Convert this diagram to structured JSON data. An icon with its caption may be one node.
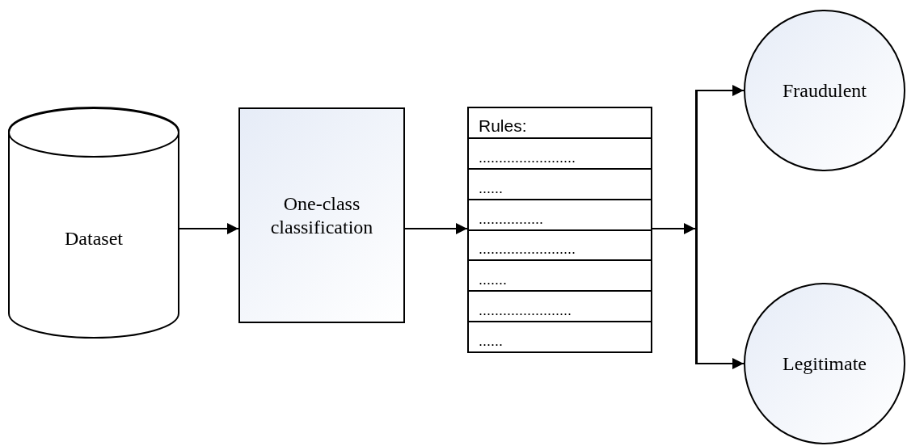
{
  "diagram": {
    "nodes": [
      {
        "text": [
          "Dataset"
        ]
      },
      {
        "text": [
          "One-class classification"
        ]
      },
      {
        "text": [
          "Rules:",
          "........................",
          "......",
          "................",
          "........................",
          ".......",
          ".......................",
          "......"
        ]
      },
      {
        "text": [],
        "shape": "bar"
      },
      {
        "text": [
          "Fraudulent"
        ]
      },
      {
        "text": [
          "Legitimate"
        ]
      }
    ],
    "edges": [
      {
        "from": 0,
        "to": 1,
        "arrow": "to"
      },
      {
        "from": 1,
        "to": 2,
        "arrow": "to"
      },
      {
        "from": 2,
        "to": 3,
        "arrow": "to"
      },
      {
        "from": 3,
        "to": 4,
        "arrow": "to"
      },
      {
        "from": 3,
        "to": 5,
        "arrow": "to"
      }
    ]
  }
}
